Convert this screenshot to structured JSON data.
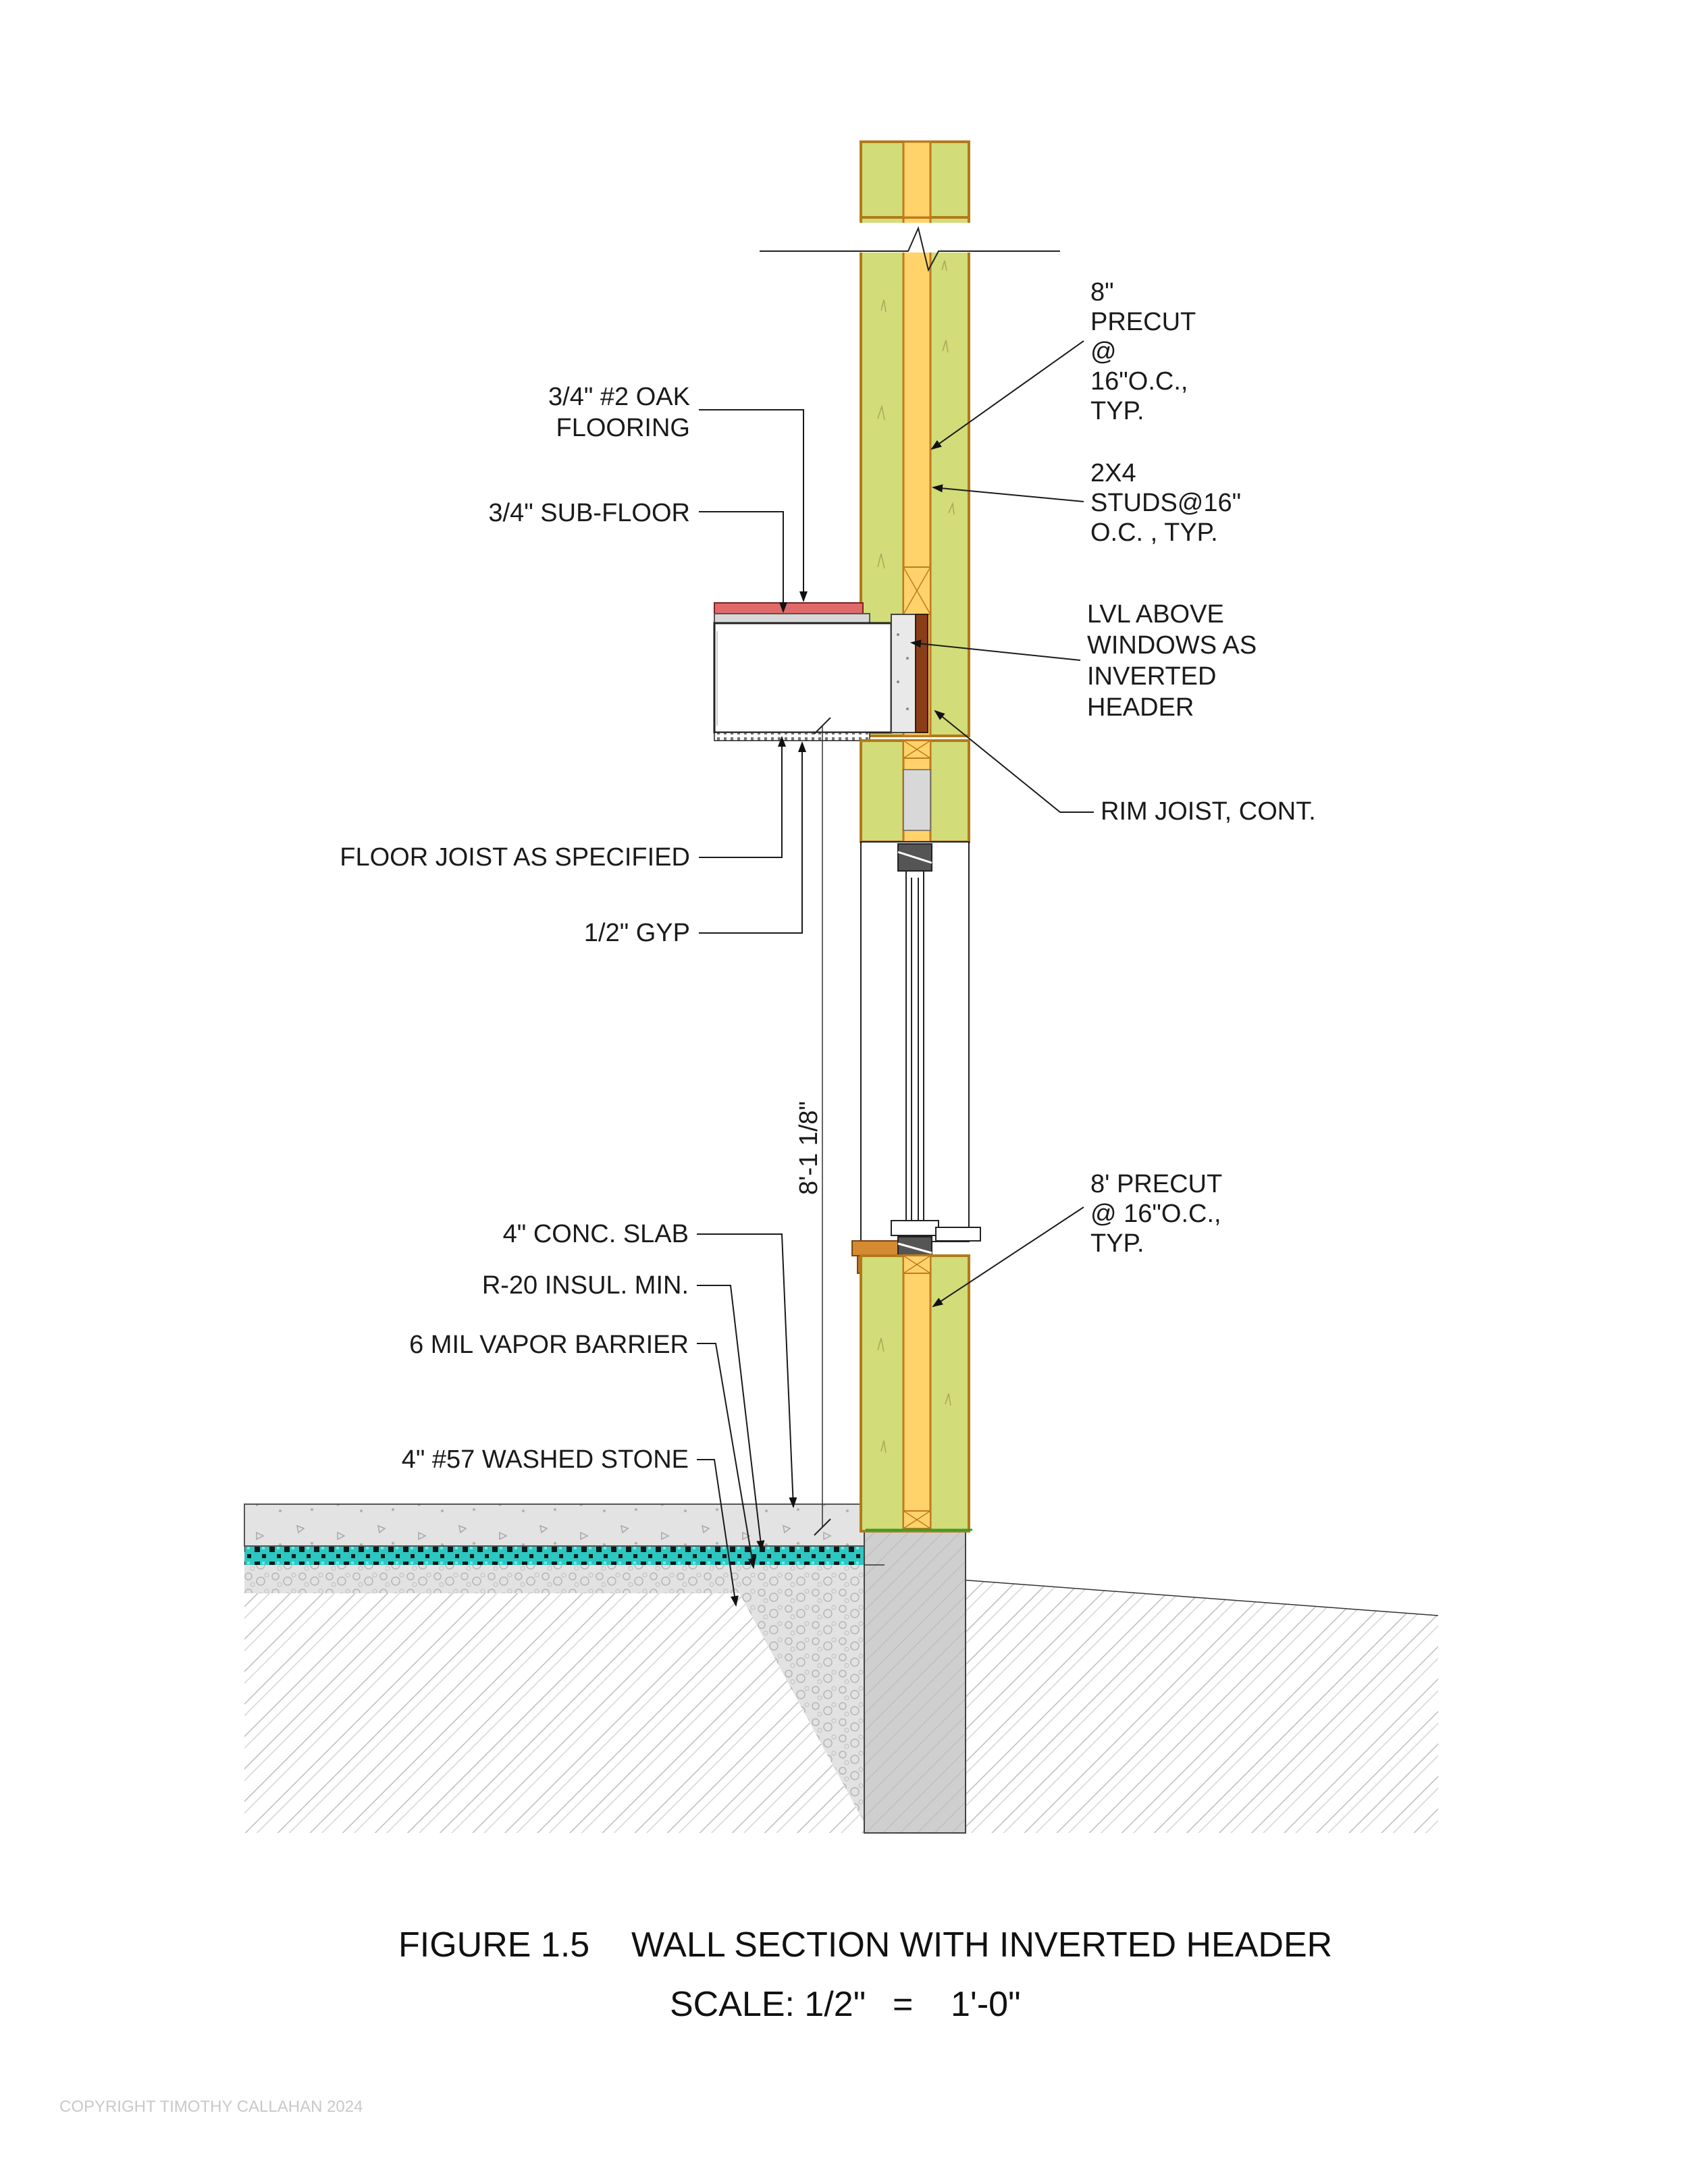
{
  "title": {
    "figure": "FIGURE 1.5",
    "name": "WALL SECTION WITH INVERTED HEADER",
    "scale_prefix": "SCALE: 1/2\"",
    "scale_equals": "=",
    "scale_value": "1'-0\""
  },
  "copyright": "COPYRIGHT TIMOTHY CALLAHAN 2024",
  "labels": {
    "oak_flooring": [
      "3/4\" #2 OAK",
      "FLOORING"
    ],
    "sub_floor": "3/4\" SUB-FLOOR",
    "floor_joist": "FLOOR JOIST AS SPECIFIED",
    "gyp": "1/2\" GYP",
    "conc_slab": "4\" CONC. SLAB",
    "insul": "R-20 INSUL. MIN.",
    "vapor": "6 MIL VAPOR BARRIER",
    "stone": "4\" #57 WASHED STONE",
    "precut_upper": [
      "8\"",
      "PRECUT",
      "@",
      "16\"O.C.,",
      "TYP."
    ],
    "studs": [
      "2X4",
      "STUDS@16\"",
      "O.C. , TYP."
    ],
    "lvl": [
      "LVL ABOVE",
      "WINDOWS AS",
      "INVERTED",
      "HEADER"
    ],
    "rim_joist": "RIM JOIST, CONT.",
    "precut_lower": [
      "8' PRECUT",
      "@ 16\"O.C.,",
      "TYP."
    ],
    "dimension": "8'-1 1/8\""
  },
  "colors": {
    "insulation": "#d2dc78",
    "stud": "#ffd36a",
    "wood_edge": "#c07a1e",
    "flooring": "#e06a6a",
    "rim": "#8a3d16",
    "concrete": "#dcdcdc",
    "foundation": "#c8c8c8",
    "rigid_insul": "#3fd8d0",
    "earth_hatch": "#c4c4c4"
  }
}
